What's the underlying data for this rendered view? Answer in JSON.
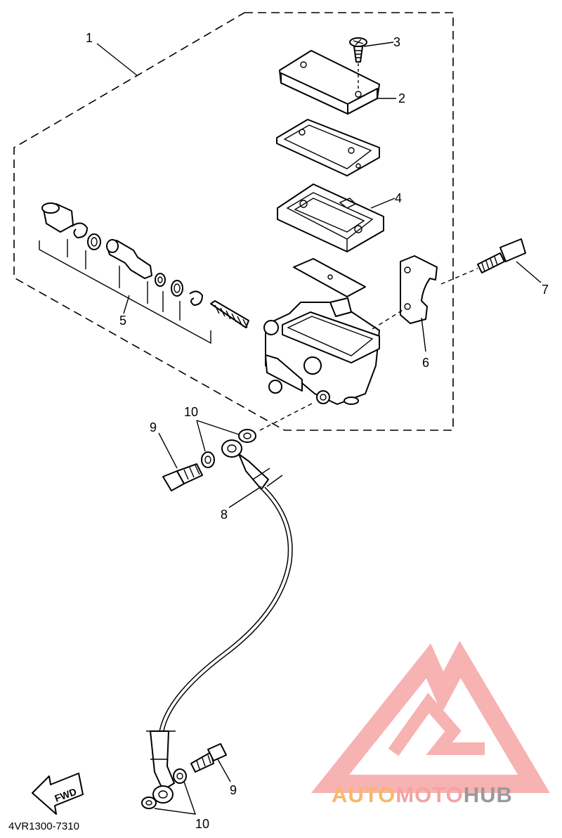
{
  "diagram": {
    "callouts": {
      "c1": "1",
      "c2": "2",
      "c3": "3",
      "c4": "4",
      "c5": "5",
      "c6": "6",
      "c7": "7",
      "c8": "8",
      "c9a": "9",
      "c9b": "9",
      "c10a": "10",
      "c10b": "10"
    },
    "direction_arrow": "FWD",
    "diagram_code": "4VR1300-7310"
  },
  "watermark": {
    "part1": "AUTO",
    "part2": "MOTO",
    "part3": "HUB",
    "colors": {
      "auto": "#f6b86a",
      "moto": "#f4a3a3",
      "hub": "#9a9a9a",
      "logo": "#f6a5a5"
    }
  }
}
